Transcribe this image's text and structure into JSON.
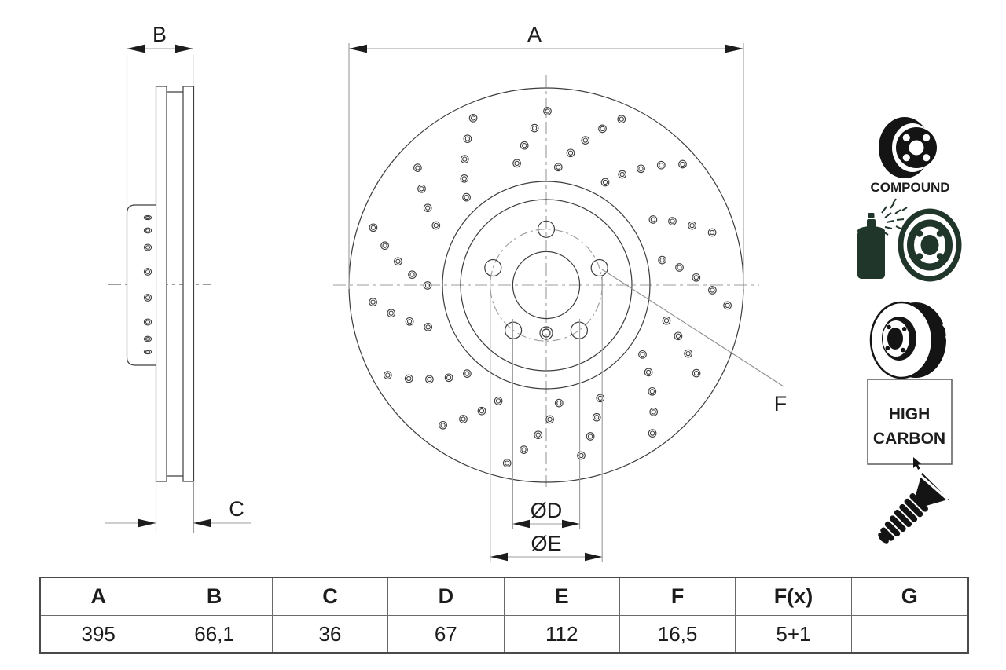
{
  "drawing": {
    "dim_a_label": "A",
    "dim_b_label": "B",
    "dim_c_label": "C",
    "dim_d_label": "ØD",
    "dim_e_label": "ØE",
    "dim_f_label": "F"
  },
  "icons": {
    "compound_label": "COMPOUND",
    "high_carbon_line1": "HIGH",
    "high_carbon_line2": "CARBON",
    "colors": {
      "icon_black": "#141414",
      "spray_green": "#20362a"
    }
  },
  "table": {
    "headers": [
      "A",
      "B",
      "C",
      "D",
      "E",
      "F",
      "F(x)",
      "G"
    ],
    "values": [
      "395",
      "66,1",
      "36",
      "67",
      "112",
      "16,5",
      "5+1",
      ""
    ]
  }
}
